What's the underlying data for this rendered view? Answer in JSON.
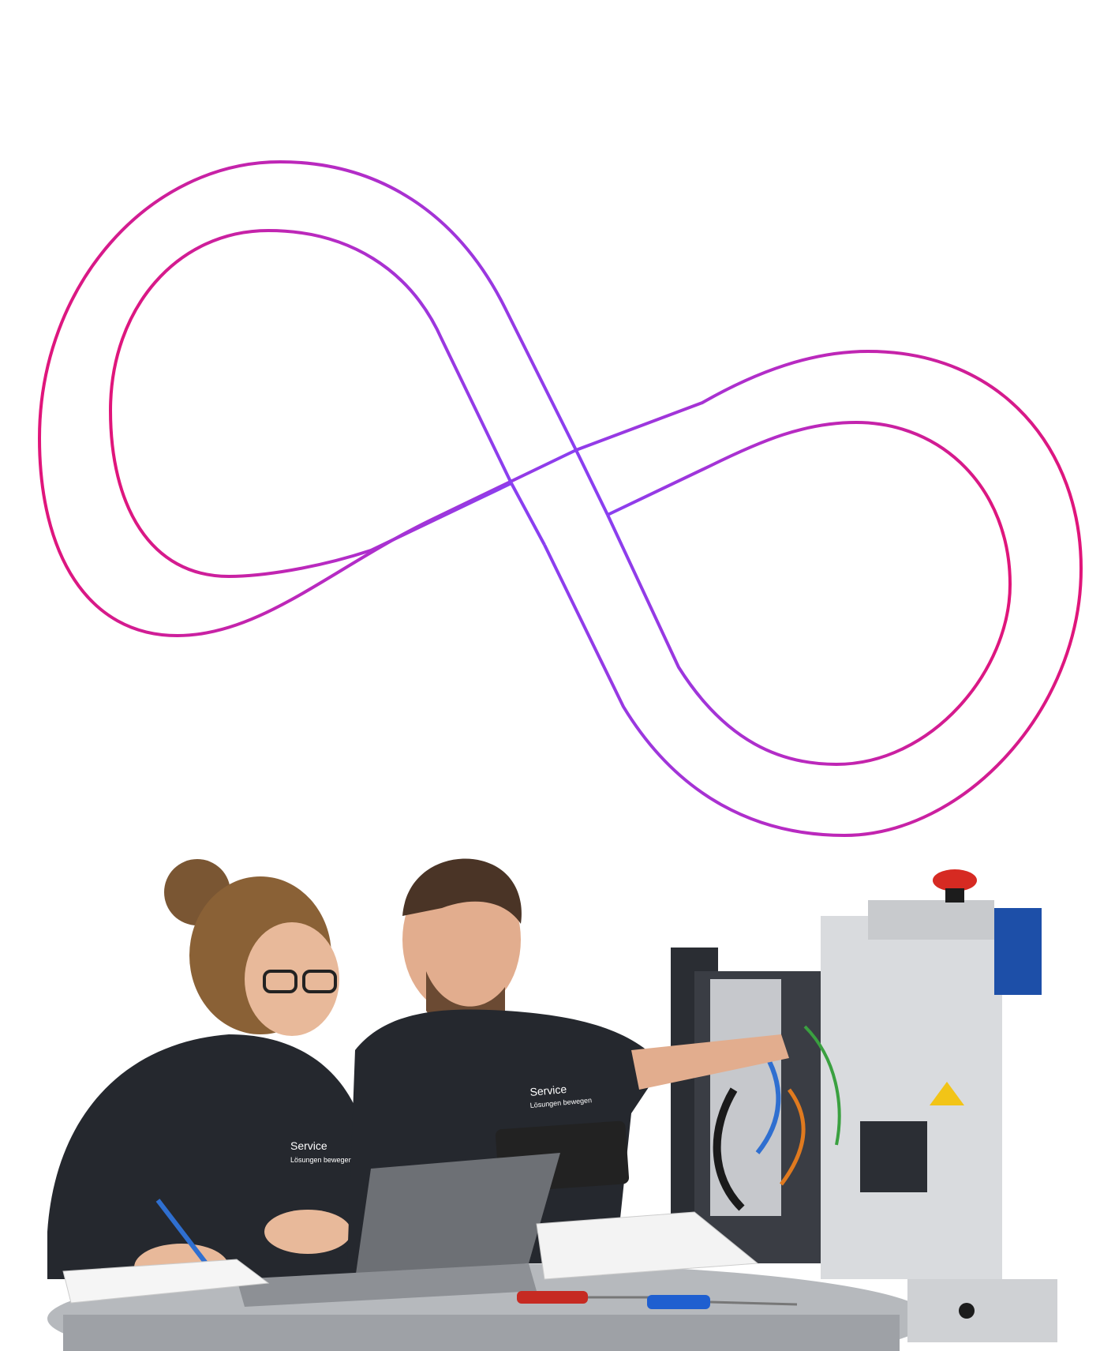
{
  "graphic": {
    "icon": "infinity-loop-icon",
    "gradient": [
      "#e0157a",
      "#b62bc4",
      "#8a3ff0"
    ]
  },
  "photo": {
    "woman_shirt": {
      "title": "Service",
      "subtitle": "Lösungen bewegen"
    },
    "man_shirt": {
      "title": "Service",
      "subtitle": "Lösungen bewegen"
    },
    "colors": {
      "clothing": "#25282e",
      "machine": "#d9dbde",
      "accent_blue": "#1d4fa8",
      "emergency_red": "#d62a22",
      "table": "#b6b9bd"
    }
  }
}
